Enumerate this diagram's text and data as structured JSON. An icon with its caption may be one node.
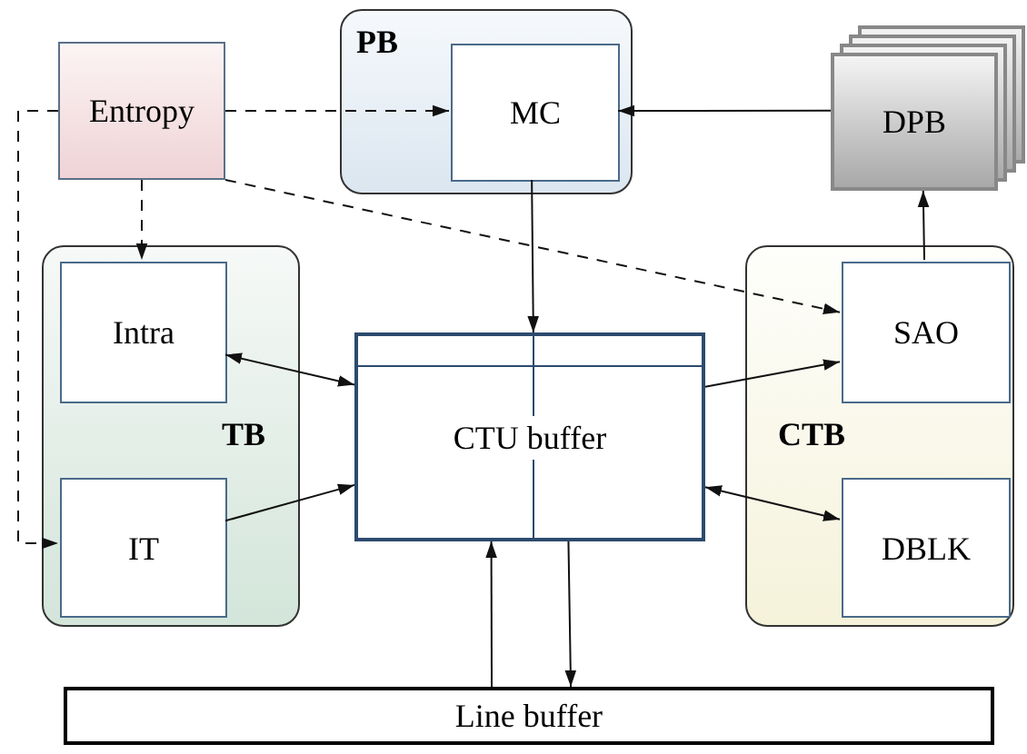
{
  "diagram": {
    "nodes": [
      {
        "text": [
          "Entropy"
        ]
      },
      {
        "text": [
          "PB"
        ]
      },
      {
        "text": [
          "MC"
        ],
        "in": 1
      },
      {
        "text": [
          "DPB"
        ]
      },
      {
        "text": [
          "TB"
        ]
      },
      {
        "text": [
          "Intra"
        ],
        "in": 4
      },
      {
        "text": [
          "IT"
        ],
        "in": 4
      },
      {
        "text": [
          "CTU buffer"
        ]
      },
      {
        "text": [
          "CTB"
        ]
      },
      {
        "text": [
          "SAO"
        ],
        "in": 8
      },
      {
        "text": [
          "DBLK"
        ],
        "in": 8
      },
      {
        "text": [
          "Line buffer"
        ]
      }
    ],
    "edges": [
      {
        "from": 0,
        "to": 2,
        "arrow": "to",
        "style": "dashed"
      },
      {
        "from": 0,
        "to": 5,
        "arrow": "to",
        "style": "dashed"
      },
      {
        "from": 0,
        "to": 6,
        "arrow": "to",
        "style": "dashed"
      },
      {
        "from": 0,
        "to": 9,
        "arrow": "to",
        "style": "dashed"
      },
      {
        "from": 3,
        "to": 2,
        "arrow": "to"
      },
      {
        "from": 2,
        "to": 7,
        "arrow": "to"
      },
      {
        "from": 9,
        "to": 3,
        "arrow": "to"
      },
      {
        "from": 5,
        "to": 7,
        "arrow": "both"
      },
      {
        "from": 6,
        "to": 7,
        "arrow": "to"
      },
      {
        "from": 7,
        "to": 9,
        "arrow": "to"
      },
      {
        "from": 10,
        "to": 7,
        "arrow": "both"
      },
      {
        "from": 11,
        "to": 7,
        "arrow": "to"
      },
      {
        "from": 7,
        "to": 11,
        "arrow": "to"
      }
    ]
  }
}
